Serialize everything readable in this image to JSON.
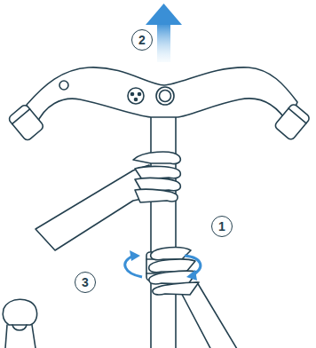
{
  "diagram": {
    "labels": [
      "2",
      "1",
      "3"
    ]
  }
}
